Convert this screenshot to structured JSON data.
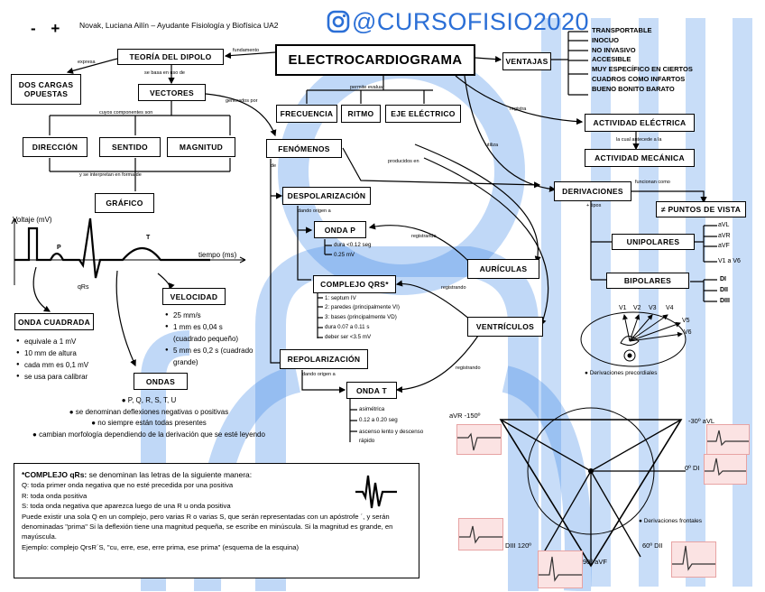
{
  "header": {
    "author": "Novak, Luciana Ailín – Ayudante Fisiología y Biofísica UA2",
    "handle": "@CURSOFISIO2020",
    "minus_plus": "- +",
    "brand_color": "#2b6fd6"
  },
  "title": "ELECTROCARDIOGRAMA",
  "nodes": {
    "teoria": "TEORÍA DEL DIPOLO",
    "dos_cargas": "DOS CARGAS OPUESTAS",
    "vectores": "VECTORES",
    "direccion": "DIRECCIÓN",
    "sentido": "SENTIDO",
    "magnitud": "MAGNITUD",
    "grafico": "GRÁFICO",
    "frecuencia": "FRECUENCIA",
    "ritmo": "RITMO",
    "eje": "EJE ELÉCTRICO",
    "fenomenos": "FENÓMENOS",
    "despolarizacion": "DESPOLARIZACIÓN",
    "onda_p": "ONDA P",
    "complejo": "COMPLEJO QRS*",
    "repolarizacion": "REPOLARIZACIÓN",
    "onda_t": "ONDA T",
    "auriculas": "AURÍCULAS",
    "ventriculos": "VENTRÍCULOS",
    "ventajas": "VENTAJAS",
    "act_electrica": "ACTIVIDAD ELÉCTRICA",
    "act_mecanica": "ACTIVIDAD MECÁNICA",
    "derivaciones": "DERIVACIONES",
    "puntos": "≠ PUNTOS DE VISTA",
    "unipolares": "UNIPOLARES",
    "bipolares": "BIPOLARES",
    "onda_cuadrada": "ONDA CUADRADA",
    "velocidad": "VELOCIDAD",
    "ondas": "ONDAS"
  },
  "links": {
    "fundamento": "fundamento",
    "expresa": "expresa",
    "se_basa": "se basa en uso de",
    "generados": "generados por",
    "permite": "permite evaluar",
    "cuyos": "cuyos componentes son",
    "se_interpretan": "y se interpretan en forma de",
    "de": "de",
    "producidos": "producidos en",
    "dando1": "dando origen a",
    "dando2": "dando origen a",
    "registrando1": "registrando",
    "registrando2": "registrando",
    "registrando3": "registrando",
    "registra": "registra",
    "cual": "la cual antecede a la",
    "utiliza": "utiliza",
    "funcionan": "funcionan como",
    "tipos": "+ tipos"
  },
  "ventajas_list": [
    "TRANSPORTABLE",
    "INOCUO",
    "NO INVASIVO",
    "ACCESIBLE",
    "MUY ESPECÍFICO EN CIERTOS CUADROS COMO INFARTOS",
    "BUENO BONITO BARATO"
  ],
  "onda_p_items": [
    "dura <0.12 seg",
    "0.25 mV"
  ],
  "qrs_items": [
    "1: septum IV",
    "2: paredes (principalmente VI)",
    "3: bases (principalmente VD)",
    "dura 0.07 a 0.11 s",
    "deber ser <3.5 mV"
  ],
  "onda_t_items": [
    "asimétrica",
    "0.12 a 0.20 seg",
    "ascenso lento y descenso rápido"
  ],
  "unipolares_items": [
    "aVL",
    "aVR",
    "aVF",
    "V1 a V6"
  ],
  "bipolares_items": [
    "DI",
    "DII",
    "DIII"
  ],
  "onda_cuadrada_items": [
    "equivale a 1 mV",
    "10 mm de altura",
    "cada mm es 0,1 mV",
    "se usa para calibrar"
  ],
  "velocidad_items": [
    "25 mm/s",
    "1 mm es 0,04 s (cuadrado pequeño)",
    "5 mm es 0,2 s (cuadrado grande)"
  ],
  "ondas_items": [
    "P, Q, R, S, T, U",
    "se denominan deflexiones negativas o positivas",
    "no siempre están todas presentes",
    "cambian morfología dependiendo de la derivación que se esté leyendo"
  ],
  "graph": {
    "ylabel": "Voltaje (mV)",
    "xlabel": "tiempo (ms)",
    "p": "P",
    "t": "T",
    "qrs": "qRs"
  },
  "qrs_note": {
    "title": "*COMPLEJO qRs:",
    "title_rest": " se denominan las letras de la siguiente manera:",
    "lines": [
      "Q: toda primer onda negativa que no esté precedida por una positiva",
      "R: toda onda positiva",
      "S: toda onda negativa que aparezca luego de una R u onda positiva",
      "Puede existir una sola Q en un complejo, pero varias R o varias S, que serán representadas con un apóstrofe ´, y serán denominadas \"prima\" Si la deflexión tiene una magnitud pequeña, se escribe en minúscula. Si la magnitud es grande, en mayúscula.",
      "Ejemplo: complejo QrsR´S, \"cu, erre, ese, erre prima, ese prima\" (esquema de la esquina)"
    ]
  },
  "precordial": {
    "leads": [
      "V1",
      "V2",
      "V3",
      "V4",
      "V5",
      "V6"
    ],
    "caption": "Derivaciones precordiales"
  },
  "frontal": {
    "avr": "aVR -150º",
    "avl": "-30º aVL",
    "di": "0º DI",
    "diii": "DIII 120º",
    "avf": "90º aVF",
    "dii": "60º DII",
    "caption": "Derivaciones frontales"
  }
}
